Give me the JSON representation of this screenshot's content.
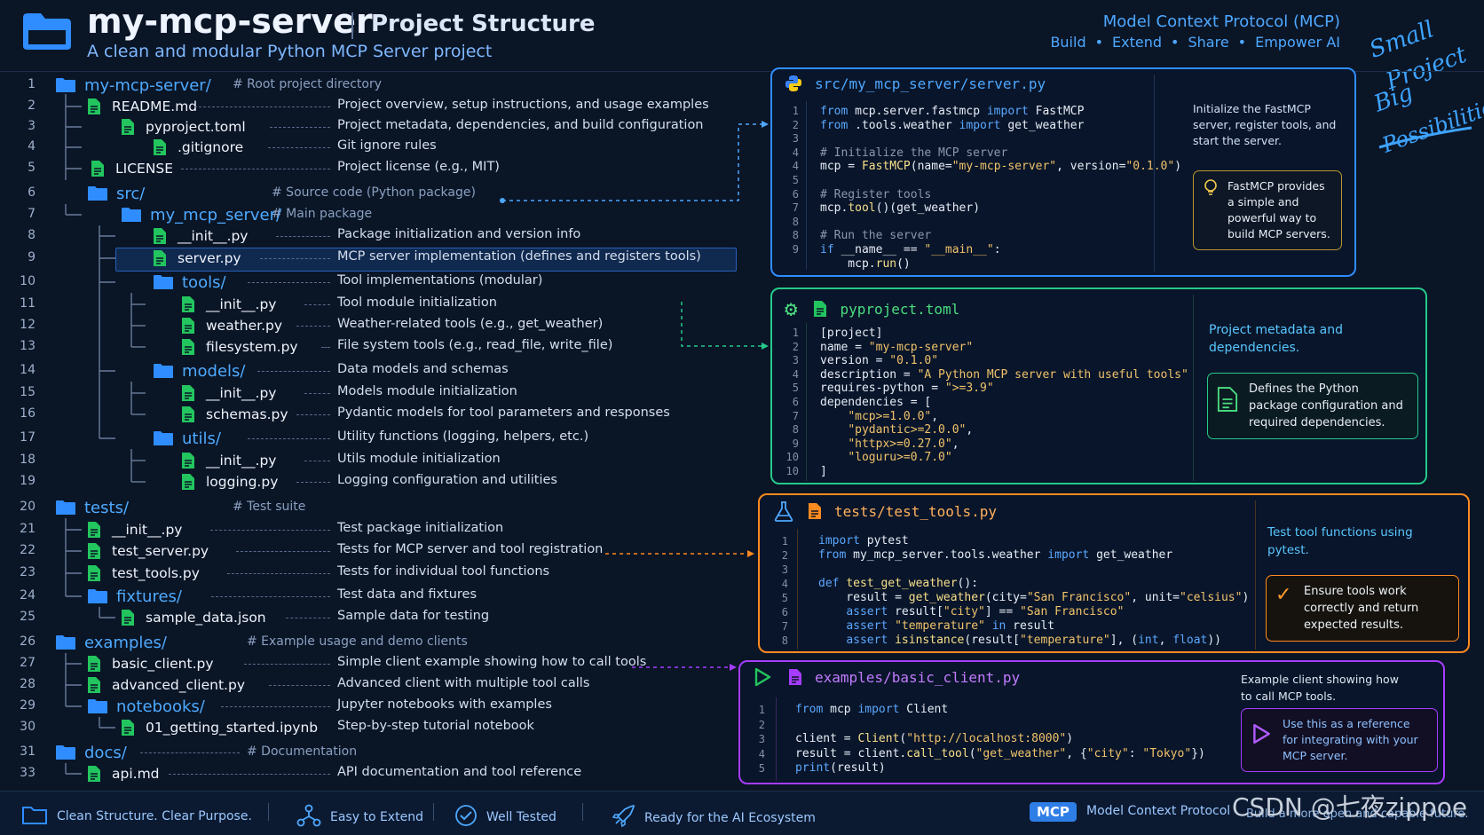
{
  "header": {
    "title": "my-mcp-server",
    "section": "Project Structure",
    "description": "A clean and modular Python MCP Server project",
    "mcp_title": "Model Context Protocol (MCP)",
    "mcp_tags": [
      "Build",
      "Extend",
      "Share",
      "Empower AI"
    ],
    "script_lines": [
      "Small",
      "Project",
      "Big",
      "Possibilities"
    ]
  },
  "line_numbers": [
    "1",
    "2",
    "3",
    "4",
    "5",
    "6",
    "7",
    "8",
    "9",
    "10",
    "11",
    "12",
    "13",
    "14",
    "15",
    "16",
    "17",
    "18",
    "19",
    "20",
    "21",
    "22",
    "23",
    "24",
    "25",
    "26",
    "27",
    "28",
    "29",
    "30",
    "31",
    "33"
  ],
  "tree": [
    {
      "name": "my-mcp-server/",
      "kind": "folder",
      "comment": "# Root project directory"
    },
    {
      "name": "README.md",
      "kind": "file",
      "desc": "Project overview, setup instructions, and usage examples"
    },
    {
      "name": "pyproject.toml",
      "kind": "file",
      "desc": "Project metadata, dependencies, and build configuration"
    },
    {
      "name": ".gitignore",
      "kind": "file",
      "desc": "Git ignore rules"
    },
    {
      "name": "LICENSE",
      "kind": "file",
      "desc": "Project license (e.g., MIT)"
    },
    {
      "name": "src/",
      "kind": "folder",
      "comment": "# Source code (Python package)"
    },
    {
      "name": "my_mcp_server/",
      "kind": "folder",
      "comment": "# Main package"
    },
    {
      "name": "__init__.py",
      "kind": "file",
      "desc": "Package initialization and version info"
    },
    {
      "name": "server.py",
      "kind": "file",
      "desc": "MCP server implementation (defines and registers tools)",
      "selected": true
    },
    {
      "name": "tools/",
      "kind": "folder",
      "desc": "Tool implementations (modular)"
    },
    {
      "name": "__init__.py",
      "kind": "file",
      "desc": "Tool module initialization"
    },
    {
      "name": "weather.py",
      "kind": "file",
      "desc": "Weather-related tools (e.g., get_weather)"
    },
    {
      "name": "filesystem.py",
      "kind": "file",
      "desc": "File system tools (e.g., read_file, write_file)"
    },
    {
      "name": "models/",
      "kind": "folder",
      "desc": "Data models and schemas"
    },
    {
      "name": "__init__.py",
      "kind": "file",
      "desc": "Models module initialization"
    },
    {
      "name": "schemas.py",
      "kind": "file",
      "desc": "Pydantic models for tool parameters and responses"
    },
    {
      "name": "utils/",
      "kind": "folder",
      "desc": "Utility functions (logging, helpers, etc.)"
    },
    {
      "name": "__init__.py",
      "kind": "file",
      "desc": "Utils module initialization"
    },
    {
      "name": "logging.py",
      "kind": "file",
      "desc": "Logging configuration and utilities"
    },
    {
      "name": "tests/",
      "kind": "folder",
      "comment": "# Test suite"
    },
    {
      "name": "__init__.py",
      "kind": "file",
      "desc": "Test package initialization"
    },
    {
      "name": "test_server.py",
      "kind": "file",
      "desc": "Tests for MCP server and tool registration"
    },
    {
      "name": "test_tools.py",
      "kind": "file",
      "desc": "Tests for individual tool functions"
    },
    {
      "name": "fixtures/",
      "kind": "folder",
      "desc": "Test data and fixtures"
    },
    {
      "name": "sample_data.json",
      "kind": "file",
      "desc": "Sample data for testing"
    },
    {
      "name": "examples/",
      "kind": "folder",
      "comment": "# Example usage and demo clients"
    },
    {
      "name": "basic_client.py",
      "kind": "file",
      "desc": "Simple client example showing how to call tools"
    },
    {
      "name": "advanced_client.py",
      "kind": "file",
      "desc": "Advanced client with multiple tool calls"
    },
    {
      "name": "notebooks/",
      "kind": "folder",
      "desc": "Jupyter notebooks with examples"
    },
    {
      "name": "01_getting_started.ipynb",
      "kind": "file",
      "desc": "Step-by-step tutorial notebook"
    },
    {
      "name": "docs/",
      "kind": "folder",
      "comment": "# Documentation"
    },
    {
      "name": "api.md",
      "kind": "file",
      "desc": "API documentation and tool reference"
    }
  ],
  "panels": {
    "server": {
      "title": "src/my_mcp_server/server.py",
      "gutter": [
        "1",
        "2",
        "3",
        "4",
        "4",
        "5",
        "6",
        "7",
        "8",
        "8",
        "9"
      ],
      "code": [
        [
          [
            "from",
            "kw"
          ],
          [
            " mcp.server.fastmcp ",
            ""
          ],
          [
            "import",
            "kw"
          ],
          [
            " FastMCP",
            ""
          ]
        ],
        [
          [
            "from",
            "kw"
          ],
          [
            " .tools.weather ",
            ""
          ],
          [
            "import",
            "kw"
          ],
          [
            " get_weather",
            ""
          ]
        ],
        [],
        [
          [
            "# Initialize the MCP server",
            "cmt"
          ]
        ],
        [
          [
            "mcp = ",
            ""
          ],
          [
            "FastMCP",
            "fn"
          ],
          [
            "(name=",
            ""
          ],
          [
            "\"my-mcp-server\"",
            "st"
          ],
          [
            ", version=",
            ""
          ],
          [
            "\"0.1.0\"",
            "st"
          ],
          [
            ")",
            ""
          ]
        ],
        [],
        [
          [
            "# Register tools",
            "cmt"
          ]
        ],
        [
          [
            "mcp.",
            ""
          ],
          [
            "tool",
            "fn"
          ],
          [
            "()(get_weather)",
            ""
          ]
        ],
        [],
        [
          [
            "# Run the server",
            "cmt"
          ]
        ],
        [
          [
            "if",
            "kw"
          ],
          [
            " __name__ == ",
            ""
          ],
          [
            "\"__main__\"",
            "st"
          ],
          [
            ":",
            ""
          ]
        ],
        [
          [
            "    mcp.",
            ""
          ],
          [
            "run",
            "fn"
          ],
          [
            "()",
            ""
          ]
        ]
      ],
      "note": "Initialize the FastMCP server, register tools, and start the server.",
      "tip": "FastMCP provides a simple and powerful way to build MCP servers.",
      "color": "#2f8dff"
    },
    "pyproject": {
      "title": "pyproject.toml",
      "gutter": [
        "1",
        "2",
        "3",
        "4",
        "5",
        "6",
        "7",
        "8",
        "9",
        "10",
        "10"
      ],
      "code": [
        [
          [
            "[project]",
            ""
          ]
        ],
        [
          [
            "name = ",
            ""
          ],
          [
            "\"my-mcp-server\"",
            "st"
          ]
        ],
        [
          [
            "version = ",
            ""
          ],
          [
            "\"0.1.0\"",
            "st"
          ]
        ],
        [
          [
            "description = ",
            ""
          ],
          [
            "\"A Python MCP server with useful tools\"",
            "st"
          ]
        ],
        [
          [
            "requires-python = ",
            ""
          ],
          [
            "\">=3.9\"",
            "st"
          ]
        ],
        [
          [
            "dependencies = [",
            ""
          ]
        ],
        [
          [
            "    ",
            ""
          ],
          [
            "\"mcp>=1.0.0\"",
            "st"
          ],
          [
            ",",
            ""
          ]
        ],
        [
          [
            "    ",
            ""
          ],
          [
            "\"pydantic>=2.0.0\"",
            "st"
          ],
          [
            ",",
            ""
          ]
        ],
        [
          [
            "    ",
            ""
          ],
          [
            "\"httpx>=0.27.0\"",
            "st"
          ],
          [
            ",",
            ""
          ]
        ],
        [
          [
            "    ",
            ""
          ],
          [
            "\"loguru>=0.7.0\"",
            "st"
          ]
        ],
        [
          [
            "]",
            ""
          ]
        ]
      ],
      "note": "Project metadata and dependencies.",
      "tip": "Defines the Python package configuration and required dependencies.",
      "color": "#25c98a"
    },
    "tests": {
      "title": "tests/test_tools.py",
      "gutter": [
        "1",
        "2",
        "3",
        "4",
        "5",
        "6",
        "7",
        "8"
      ],
      "code": [
        [
          [
            "import",
            "kw"
          ],
          [
            " pytest",
            ""
          ]
        ],
        [
          [
            "from",
            "kw"
          ],
          [
            " my_mcp_server.tools.weather ",
            ""
          ],
          [
            "import",
            "kw"
          ],
          [
            " get_weather",
            ""
          ]
        ],
        [],
        [
          [
            "def",
            "kw"
          ],
          [
            " ",
            ""
          ],
          [
            "test_get_weather",
            "fn"
          ],
          [
            "():",
            ""
          ]
        ],
        [
          [
            "    result = ",
            ""
          ],
          [
            "get_weather",
            "fn"
          ],
          [
            "(city=",
            ""
          ],
          [
            "\"San Francisco\"",
            "st"
          ],
          [
            ", unit=",
            ""
          ],
          [
            "\"celsius\"",
            "st"
          ],
          [
            ")",
            ""
          ]
        ],
        [
          [
            "    ",
            ""
          ],
          [
            "assert",
            "kw"
          ],
          [
            " result[",
            ""
          ],
          [
            "\"city\"",
            "st"
          ],
          [
            "] == ",
            ""
          ],
          [
            "\"San Francisco\"",
            "st"
          ]
        ],
        [
          [
            "    ",
            ""
          ],
          [
            "assert",
            "kw"
          ],
          [
            " ",
            ""
          ],
          [
            "\"temperature\"",
            "st"
          ],
          [
            " ",
            ""
          ],
          [
            "in",
            "kw"
          ],
          [
            " result",
            ""
          ]
        ],
        [
          [
            "    ",
            ""
          ],
          [
            "assert",
            "kw"
          ],
          [
            " ",
            ""
          ],
          [
            "isinstance",
            "fn"
          ],
          [
            "(result[",
            ""
          ],
          [
            "\"temperature\"",
            "st"
          ],
          [
            "], (",
            ""
          ],
          [
            "int",
            "kw"
          ],
          [
            ", ",
            ""
          ],
          [
            "float",
            "kw"
          ],
          [
            "))",
            ""
          ]
        ]
      ],
      "note": "Test tool functions using pytest.",
      "tip": "Ensure tools work correctly and return expected results.",
      "color": "#ff8a1f"
    },
    "examples": {
      "title": "examples/basic_client.py",
      "gutter": [
        "1",
        "2",
        "3",
        "4",
        "5"
      ],
      "code": [
        [
          [
            "from",
            "kw"
          ],
          [
            " mcp ",
            ""
          ],
          [
            "import",
            "kw"
          ],
          [
            " Client",
            ""
          ]
        ],
        [],
        [
          [
            "client = ",
            ""
          ],
          [
            "Client",
            "fn"
          ],
          [
            "(",
            ""
          ],
          [
            "\"http://localhost:8000\"",
            "st"
          ],
          [
            ")",
            ""
          ]
        ],
        [
          [
            "result = client.",
            ""
          ],
          [
            "call_tool",
            "fn"
          ],
          [
            "(",
            ""
          ],
          [
            "\"get_weather\"",
            "st"
          ],
          [
            ", {",
            ""
          ],
          [
            "\"city\"",
            "st"
          ],
          [
            ": ",
            ""
          ],
          [
            "\"Tokyo\"",
            "st"
          ],
          [
            "})",
            ""
          ]
        ],
        [
          [
            "print",
            "kw"
          ],
          [
            "(result)",
            ""
          ]
        ]
      ],
      "note": "Example client showing how to call MCP tools.",
      "tip": "Use this as a reference for integrating with your MCP server.",
      "color": "#a63cff"
    }
  },
  "footer": {
    "items": [
      "Clean Structure. Clear Purpose.",
      "Easy to Extend",
      "Well Tested",
      "Ready for the AI Ecosystem"
    ],
    "badge": "MCP",
    "badge_label": "Model Context Protocol",
    "tagline": "Build a more open and capable future.",
    "watermark": "CSDN @七夜zippoe"
  },
  "colors": {
    "background": "#0a1526",
    "folder": "#2f8dff",
    "file": "#22c55e",
    "accent": "#4ea8ff"
  }
}
